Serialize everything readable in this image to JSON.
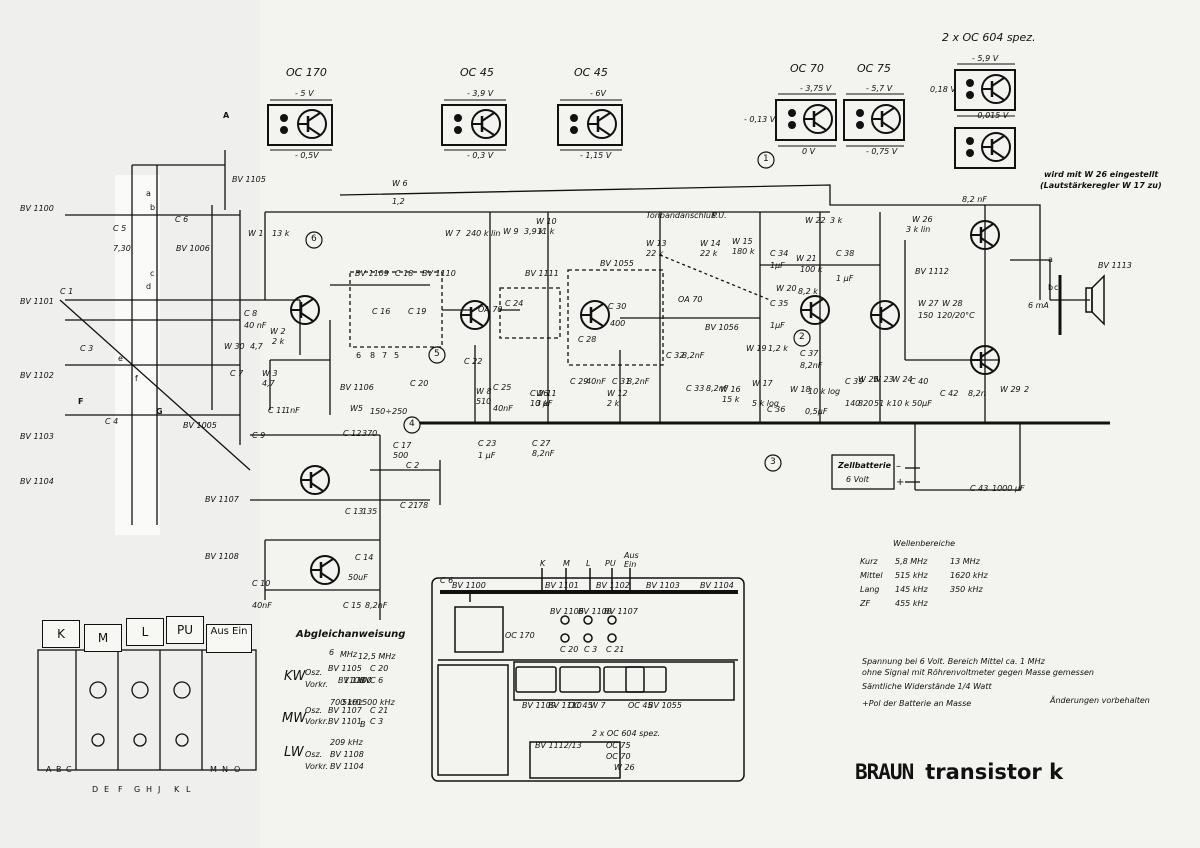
{
  "transistors_header": [
    {
      "type": "OC 170",
      "top_v": "- 5 V",
      "bottom_v": "- 0,5V"
    },
    {
      "type": "OC 45",
      "top_v": "- 3,9 V",
      "bottom_v": "- 0,3 V"
    },
    {
      "type": "OC 45",
      "top_v": "- 6V",
      "bottom_v": "- 1,15 V"
    },
    {
      "type": "OC 70",
      "top_v": "- 3,75 V",
      "bottom_v": "0 V",
      "left_v": "- 0,13 V"
    },
    {
      "type": "OC 75",
      "top_v": "- 5,7 V",
      "bottom_v": "- 0,75 V"
    },
    {
      "type": "2 x OC 604 spez.",
      "top_v": "- 5,9 V",
      "bottom_v": "- 0,015 V",
      "left_v": "0,18 V"
    }
  ],
  "circle_markers": [
    "1",
    "2",
    "3",
    "4",
    "5",
    "6"
  ],
  "note_top_right": [
    "wird mit W 26 eingestellt",
    "(Lautstärkeregler W 17 zu)"
  ],
  "left_labels": [
    "BV 1100",
    "BV 1101",
    "BV 1102",
    "BV 1103",
    "BV 1104",
    "BV 1105",
    "BV 1006",
    "BV 1005",
    "BV 1107",
    "BV 1108",
    "BV 1106",
    "BV 1109",
    "BV 1110",
    "BV 1111",
    "BV 1055",
    "BV 1056",
    "BV 1112",
    "BV 1113"
  ],
  "component_labels": [
    "W 6",
    "1,2",
    "W 1",
    "13 k",
    "W 2",
    "2 k",
    "W 3",
    "4,7",
    "W 30",
    "4,7",
    "W5",
    "150÷250",
    "C 8",
    "40 nF",
    "C 11",
    "1nF",
    "C 6",
    "C 5",
    "7,30",
    "C 1",
    "C 3",
    "C 4",
    "C 7",
    "C 9",
    "C 10",
    "40nF",
    "C 12",
    "370",
    "C 17",
    "500",
    "C 2",
    "C 21",
    "78",
    "C 13",
    "135",
    "C 14",
    "50uF",
    "C 15",
    "8,2nF",
    "C 16",
    "C 18",
    "C 19",
    "C 20",
    "C 22",
    "C 24",
    "C 25",
    "40nF",
    "C 26",
    "10 µF",
    "C 23",
    "1 µF",
    "C 27",
    "8,2nF",
    "C 28",
    "C 29",
    "40nF",
    "C 30",
    "400",
    "C 31",
    "8,2nF",
    "C 32",
    "8,2nF",
    "C 33",
    "8,2nF",
    "C 34",
    "1µF",
    "C 35",
    "1µF",
    "C 36",
    "0,5µF",
    "C 37",
    "8,2nF",
    "C 38",
    "1 µF",
    "C 39",
    "140",
    "C 40",
    "50µF",
    "C 42",
    "8,2n",
    "C 43",
    "1000 µF",
    "W 7",
    "240 k lin",
    "W 8",
    "510",
    "W 9",
    "3,9 k",
    "W 10",
    "11 k",
    "W 11",
    "3 k",
    "W 12",
    "2 k",
    "W 13",
    "22 k",
    "W 14",
    "22 k",
    "W 15",
    "180 k",
    "W 16",
    "15 k",
    "W 17",
    "5 k log",
    "W 18",
    "10 k log",
    "W 19",
    "1,2 k",
    "W 20",
    "8,2 k",
    "W 21",
    "100 k",
    "W 22",
    "3 k",
    "W 23",
    "51 k",
    "W 24",
    "10 k",
    "W 25",
    "820",
    "W 26",
    "3 k lin",
    "W 27",
    "150",
    "W 28",
    "120/20°C",
    "W 29",
    "2",
    "OA 70",
    "OA 70",
    "8,2 nF",
    "6 mA",
    "Tonbandanschluß",
    "P.U."
  ],
  "battery": {
    "label": "Zellbatterie",
    "value": "6 Volt",
    "minus": "–",
    "plus": "+"
  },
  "wavebands": {
    "title": "Wellenbereiche",
    "rows": [
      {
        "band": "Kurz",
        "from": "5,8 MHz",
        "to": "13 MHz"
      },
      {
        "band": "Mittel",
        "from": "515 kHz",
        "to": "1620 kHz"
      },
      {
        "band": "Lang",
        "from": "145 kHz",
        "to": "350 kHz"
      },
      {
        "band": "ZF",
        "from": "455 kHz",
        "to": ""
      }
    ]
  },
  "notes": [
    "Spannung bei 6 Volt. Bereich Mittel ca. 1 MHz",
    "ohne Signal mit Röhrenvoltmeter gegen Masse gemessen",
    "Sämtliche Widerstände 1/4 Watt",
    "+Pol der Batterie an Masse"
  ],
  "changes_note": "Änderungen vorbehalten",
  "switch_buttons": [
    "K",
    "M",
    "L",
    "PU",
    "Aus Ein"
  ],
  "switch_letters_bottom": [
    "A",
    "B",
    "C",
    "D",
    "E",
    "F",
    "G",
    "H",
    "J",
    "K",
    "L",
    "M",
    "N",
    "O"
  ],
  "alignment": {
    "title": "Abgleichanweisung",
    "rows": [
      {
        "band": "KW",
        "col": "MHz",
        "val": "12,5 MHz",
        "osz": "Osz.",
        "c1": "BV 1105",
        "c1v": "C 20",
        "vorkr": "Vorkr.",
        "c2": "BV 1100",
        "c2v": "C 6"
      },
      {
        "band": "MW",
        "col": "",
        "val": "1500 kHz",
        "osz": "Osz.",
        "c1": "BV 1107",
        "c1v": "C 21",
        "vorkr": "Vorkr.",
        "c2": "BV 1101",
        "c2v": "C 3"
      },
      {
        "band": "LW",
        "col": "",
        "val": "209 kHz",
        "osz": "Osz.",
        "c1": "BV 1108",
        "c1v": "",
        "vorkr": "Vorkr.",
        "c2": "BV 1104",
        "c2v": ""
      }
    ],
    "extra_vals": [
      "6",
      "1100",
      "700 kHz",
      "510",
      "B",
      "BV"
    ]
  },
  "chassis": {
    "top_labels": [
      "K",
      "M",
      "L",
      "PU",
      "Aus",
      "Ein"
    ],
    "rail_labels": [
      "BV 1100",
      "BV 1101",
      "BV 1102",
      "BV 1103",
      "BV 1104"
    ],
    "c6": "C 6",
    "oc170": "OC 170",
    "trimmers": [
      "BV 1106",
      "BV 1108",
      "BV 1107"
    ],
    "caps": [
      "C 20",
      "C 3",
      "C 21"
    ],
    "row_labels": [
      "BV 1109",
      "BV 1110",
      "OC 45",
      "W 7",
      "OC 45",
      "BV 1055"
    ],
    "bottom_labels": [
      "BV 1112/13",
      "2 x OC 604 spez.",
      "OC 75",
      "OC 70",
      "W 26"
    ]
  },
  "brand": {
    "logo": "BRAUN",
    "model": "transistor k"
  },
  "section_letters": [
    "A",
    "a",
    "b",
    "c",
    "d",
    "e",
    "f",
    "F",
    "G",
    "a",
    "b",
    "c",
    "6",
    "8",
    "7",
    "5"
  ]
}
